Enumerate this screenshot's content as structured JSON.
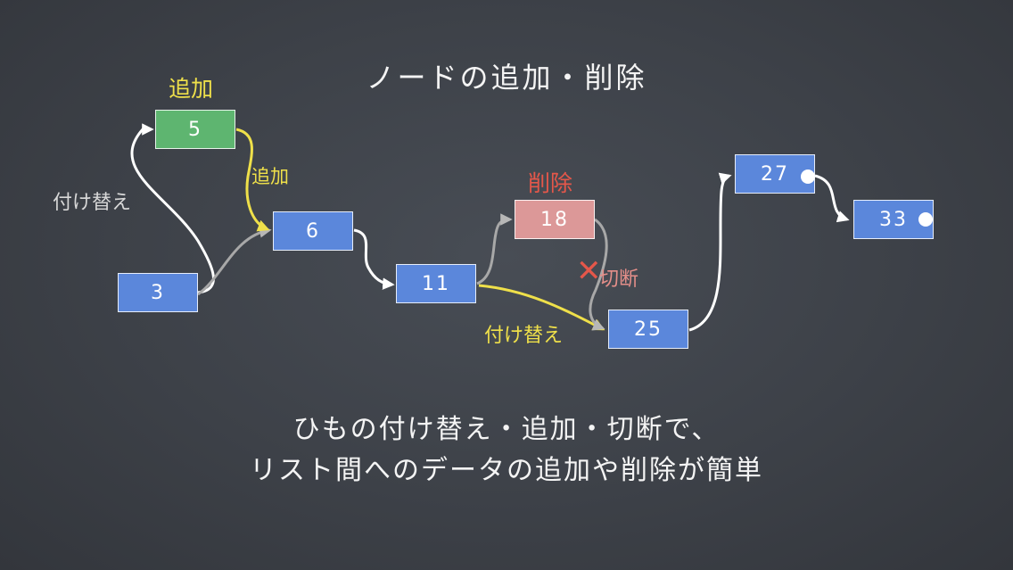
{
  "title": "ノードの追加・削除",
  "nodes": {
    "n5": "5",
    "n6": "6",
    "n3": "3",
    "n11": "11",
    "n18": "18",
    "n25": "25",
    "n27": "27",
    "n33": "33"
  },
  "labels": {
    "add_top": "追加",
    "add_side": "追加",
    "relink_left": "付け替え",
    "relink_bottom": "付け替え",
    "delete_top": "削除",
    "cut": "切断",
    "cut_mark": "✕"
  },
  "caption": {
    "line1": "ひもの付け替え・追加・切断で、",
    "line2": "リスト間へのデータの追加や削除が簡単"
  },
  "colors": {
    "node_blue": "#5b87db",
    "node_green": "#5eb570",
    "node_pink": "#dc9898",
    "label_yellow": "#efe04a",
    "label_red": "#e5574a"
  }
}
